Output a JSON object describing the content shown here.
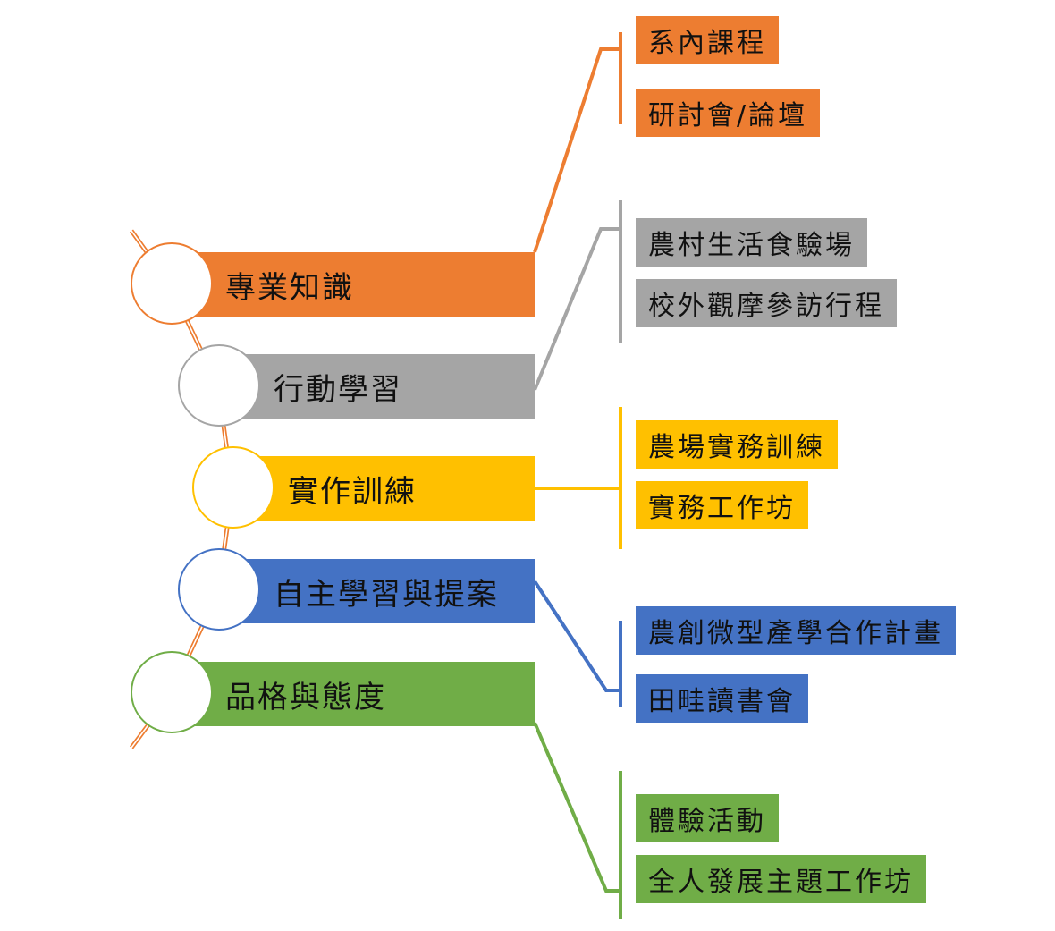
{
  "colors": {
    "orange": "#ED7D31",
    "gray": "#A5A5A5",
    "yellow": "#FFC000",
    "blue": "#4472C4",
    "green": "#70AD47",
    "spine": "#ED7D31"
  },
  "categories": [
    {
      "label": "專業知識",
      "color": "orange",
      "items": [
        "系內課程",
        "研討會/論壇"
      ]
    },
    {
      "label": "行動學習",
      "color": "gray",
      "items": [
        "農村生活食驗場",
        "校外觀摩參訪行程"
      ]
    },
    {
      "label": "實作訓練",
      "color": "yellow",
      "items": [
        "農場實務訓練",
        "實務工作坊"
      ]
    },
    {
      "label": "自主學習與提案",
      "color": "blue",
      "items": [
        "農創微型產學合作計畫",
        "田畦讀書會"
      ]
    },
    {
      "label": "品格與態度",
      "color": "green",
      "items": [
        "體驗活動",
        "全人發展主題工作坊"
      ]
    }
  ]
}
